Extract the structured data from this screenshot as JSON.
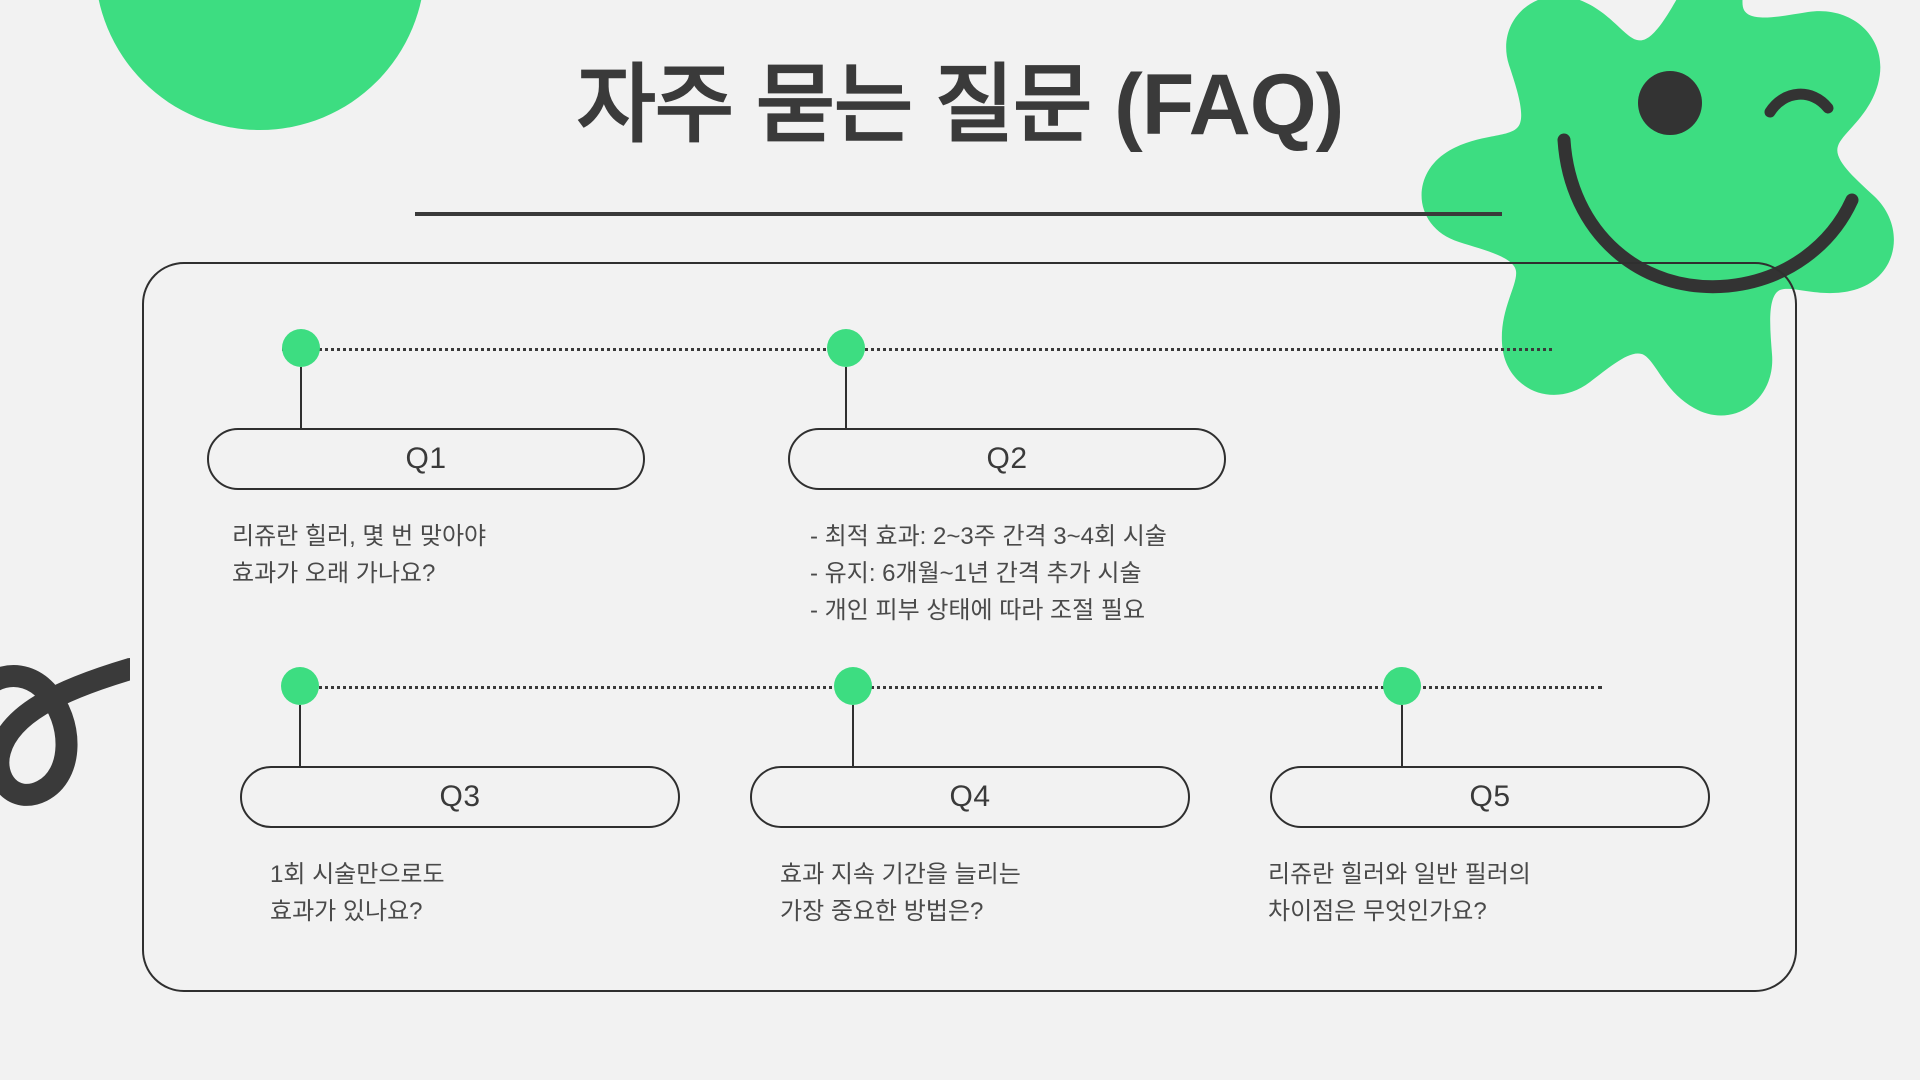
{
  "page": {
    "title": "자주 묻는 질문 (FAQ)",
    "background_color": "#f2f2f2",
    "accent_color": "#3ddd81",
    "ink_color": "#2f2f2f"
  },
  "decorations": {
    "top_left_circle": "green-circle-decoration",
    "top_right_flower": "green-flower-smiley-decoration",
    "left_squiggle": "dark-loop-squiggle-decoration"
  },
  "faq": {
    "items": [
      {
        "id": "q1",
        "label": "Q1",
        "text": "리쥬란 힐러, 몇 번 맞아야\n효과가 오래 가나요?"
      },
      {
        "id": "q2",
        "label": "Q2",
        "text": "- 최적 효과: 2~3주 간격 3~4회 시술\n- 유지: 6개월~1년 간격 추가 시술\n- 개인 피부 상태에 따라 조절 필요"
      },
      {
        "id": "q3",
        "label": "Q3",
        "text": "1회 시술만으로도\n효과가 있나요?"
      },
      {
        "id": "q4",
        "label": "Q4",
        "text": "효과 지속 기간을 늘리는\n가장 중요한 방법은?"
      },
      {
        "id": "q5",
        "label": "Q5",
        "text": "리쥬란 힐러와 일반 필러의\n차이점은 무엇인가요?"
      }
    ]
  }
}
